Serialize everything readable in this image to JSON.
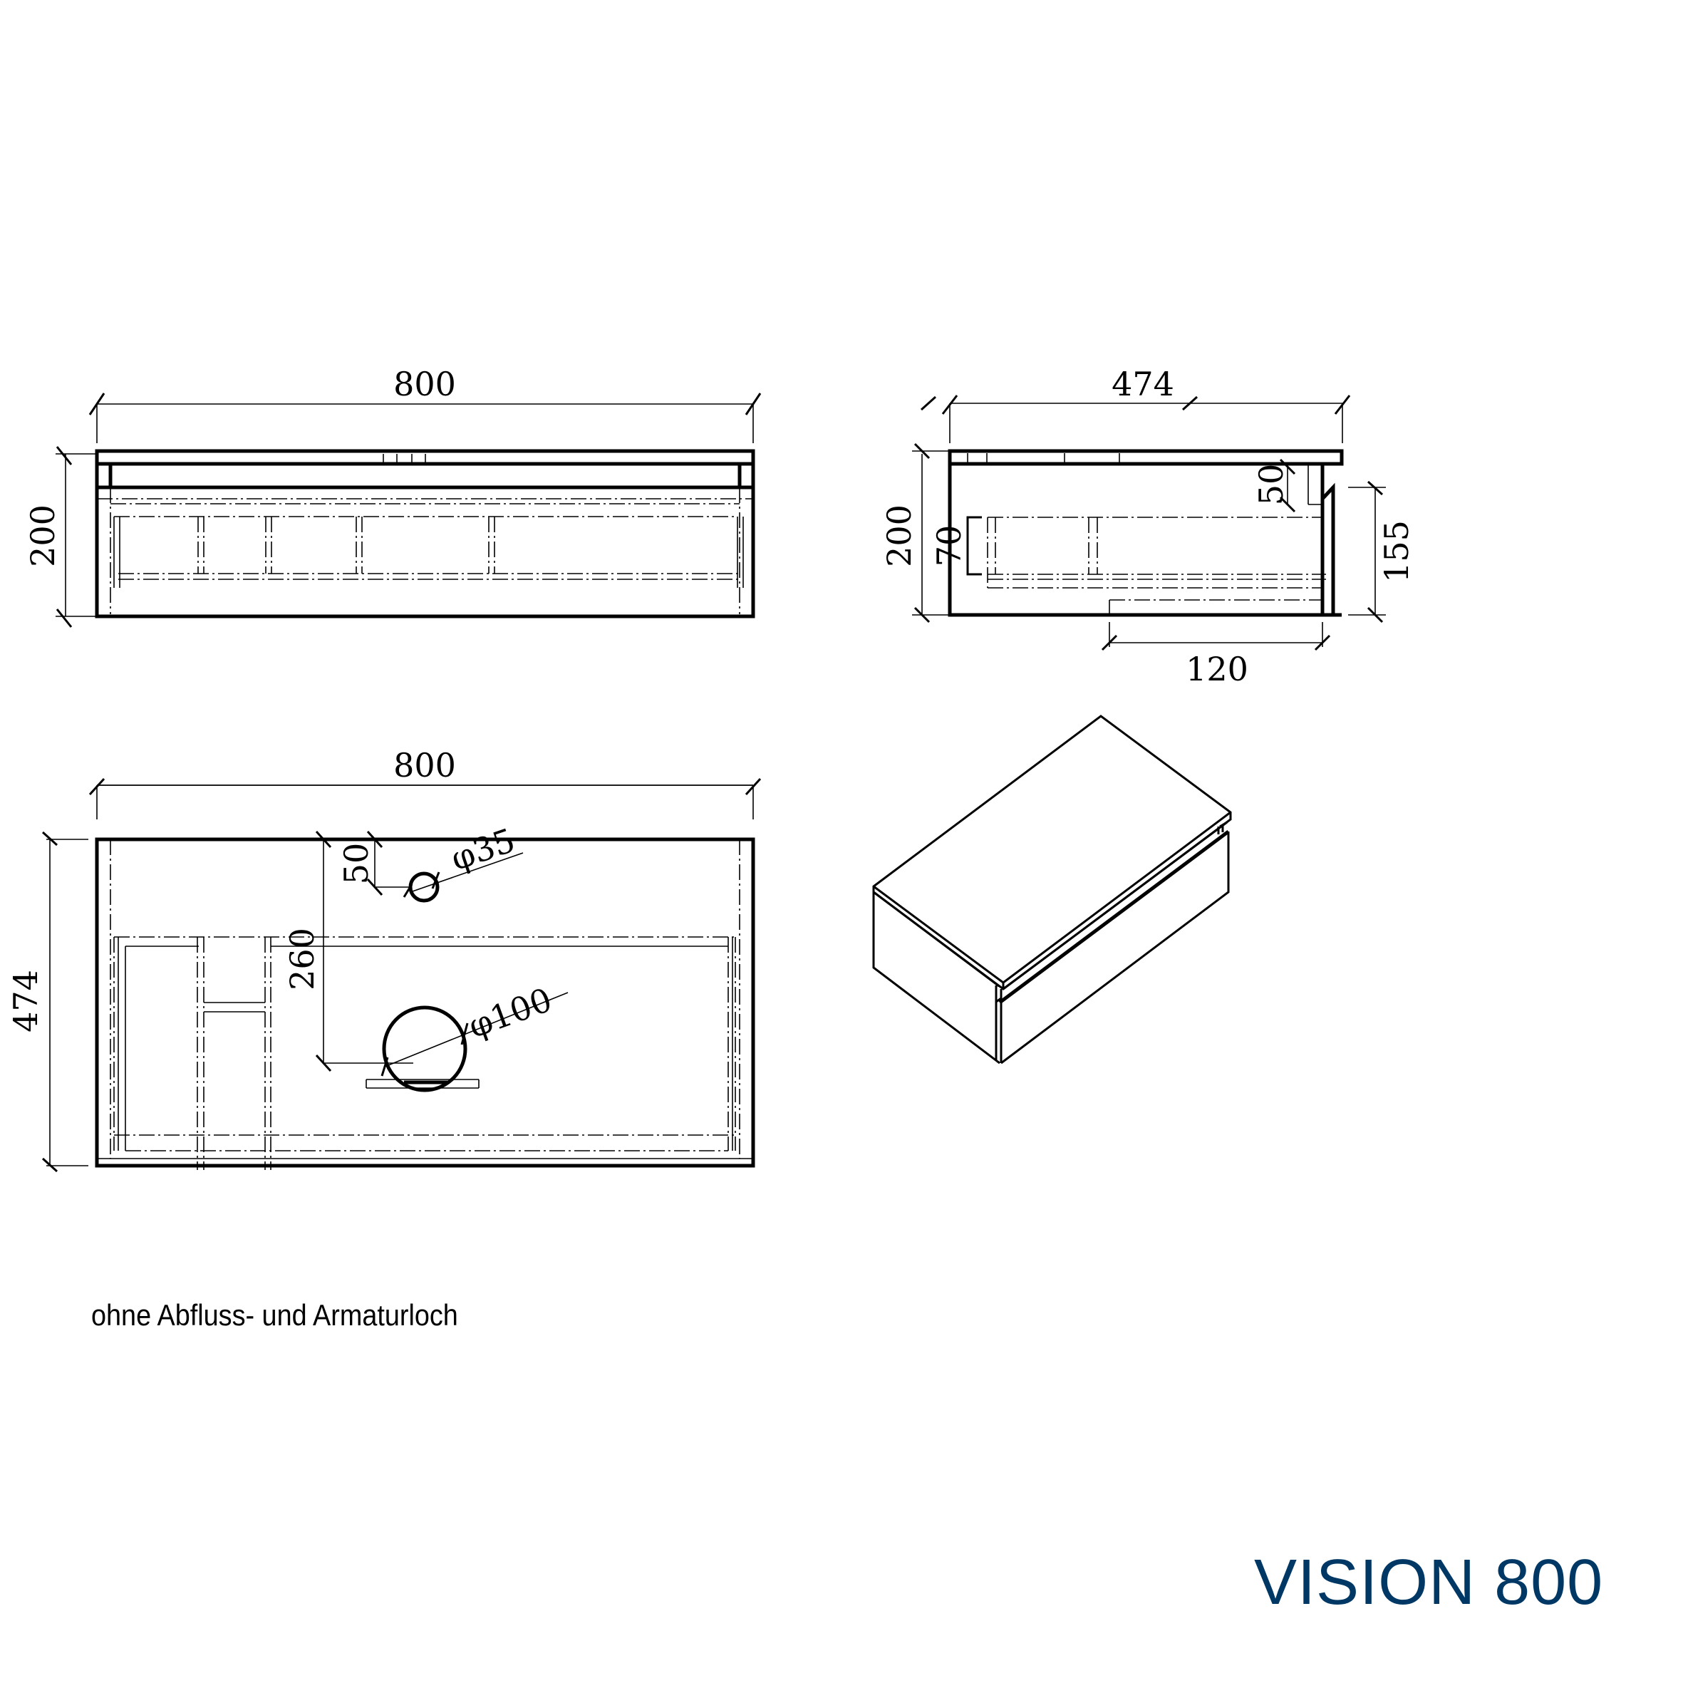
{
  "title": {
    "product_name": "VISION 800",
    "product_color": "#003865"
  },
  "note": "ohne Abfluss- und Armaturloch",
  "views": {
    "front": {
      "width_label": "800",
      "height_label": "200"
    },
    "side": {
      "depth_label": "474",
      "height_label": "200",
      "top_gap_label": "50",
      "drawer_inner_label": "70",
      "front_height_label": "155",
      "bottom_recess_label": "120"
    },
    "top": {
      "width_label": "800",
      "depth_label": "474",
      "tap_offset_label": "50",
      "tap_hole_label": "φ35",
      "drain_offset_label": "260",
      "drain_hole_label": "φ100"
    },
    "isometric": {
      "description": "isometric view of vanity with single drawer"
    }
  }
}
